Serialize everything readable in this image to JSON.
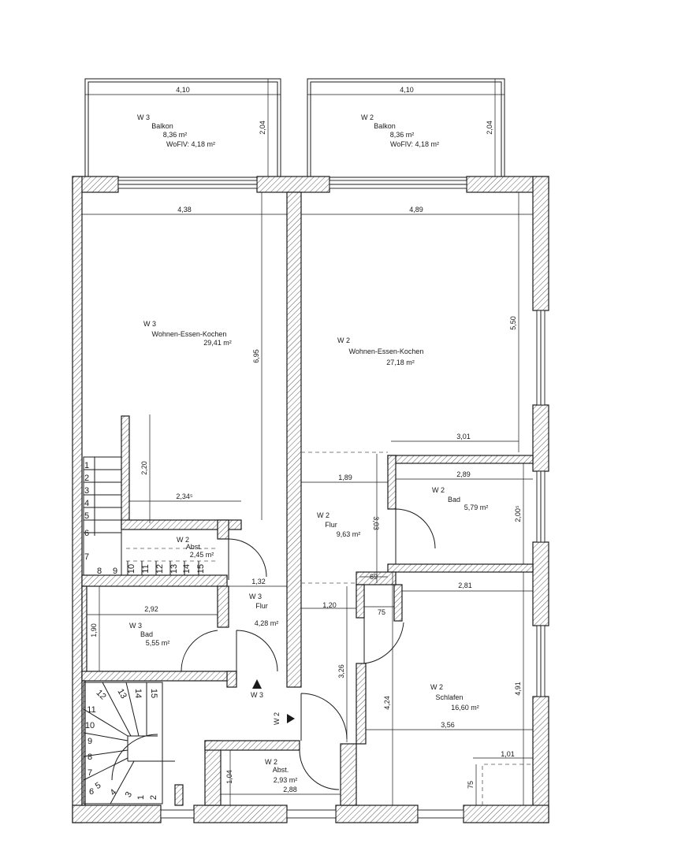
{
  "rooms": {
    "balkon_w3": {
      "unit": "W 3",
      "name": "Balkon",
      "area": "8,36 m²",
      "wofiv": "WoFlV: 4,18 m²"
    },
    "balkon_w2": {
      "unit": "W 2",
      "name": "Balkon",
      "area": "8,36 m²",
      "wofiv": "WoFlV: 4,18 m²"
    },
    "wek_w3": {
      "unit": "W 3",
      "name": "Wohnen-Essen-Kochen",
      "area": "29,41 m²"
    },
    "wek_w2": {
      "unit": "W 2",
      "name": "Wohnen-Essen-Kochen",
      "area": "27,18 m²"
    },
    "bad_w2": {
      "unit": "W 2",
      "name": "Bad",
      "area": "5,79 m²"
    },
    "flur_w2": {
      "unit": "W 2",
      "name": "Flur",
      "area": "9,63 m²"
    },
    "abst_w2_upper": {
      "unit": "W 2",
      "name": "Abst.",
      "area": "2,45 m²"
    },
    "flur_w3": {
      "unit": "W 3",
      "name": "Flur",
      "area": "4,28 m²"
    },
    "bad_w3": {
      "unit": "W 3",
      "name": "Bad",
      "area": "5,55 m²"
    },
    "schlafen_w2": {
      "unit": "W 2",
      "name": "Schlafen",
      "area": "16,60 m²"
    },
    "abst_w2_lower": {
      "unit": "W 2",
      "name": "Abst.",
      "area": "2,93 m²"
    }
  },
  "entrances": {
    "w3": "W 3",
    "w2": "W 2"
  },
  "dimensions": {
    "balkon_left_width": "4,10",
    "balkon_left_depth": "2,04",
    "balkon_right_width": "4,10",
    "balkon_right_depth": "2,04",
    "wek_w3_width": "4,38",
    "wek_w3_depth": "6,95",
    "wek_w2_width": "4,89",
    "wek_w2_depth": "5,50",
    "w2_bad_top": "3,01",
    "stair_depth": "2,20",
    "stair_width": "2,34⁵",
    "flur_w2_width": "1,89",
    "bad_w2_width": "2,89",
    "flur_w2_depth": "3,03",
    "bad_w2_depth": "2,00⁵",
    "step_69": "69",
    "flur_w3_width": "1,32",
    "bad_w3_width": "2,92",
    "schlafen_width": "2,81",
    "bad_w3_depth": "1,90",
    "flur_w2_lower": "1,20",
    "step_75": "75",
    "flur_depth_lower": "3,26",
    "schlafen_depth_a": "4,24",
    "schlafen_depth_b": "4,91",
    "schlafen_lower": "3,56",
    "niche_width": "1,01",
    "niche_depth": "75",
    "abst_depth": "1,04",
    "abst_width": "2,88"
  },
  "stairs": {
    "upper": [
      "1",
      "2",
      "3",
      "4",
      "5",
      "6",
      "7",
      "8",
      "9",
      "10",
      "11",
      "12",
      "13",
      "14",
      "15"
    ],
    "lower": [
      "1",
      "2",
      "3",
      "4",
      "5",
      "6",
      "7",
      "8",
      "9",
      "10",
      "11",
      "12",
      "13",
      "14",
      "15"
    ]
  }
}
